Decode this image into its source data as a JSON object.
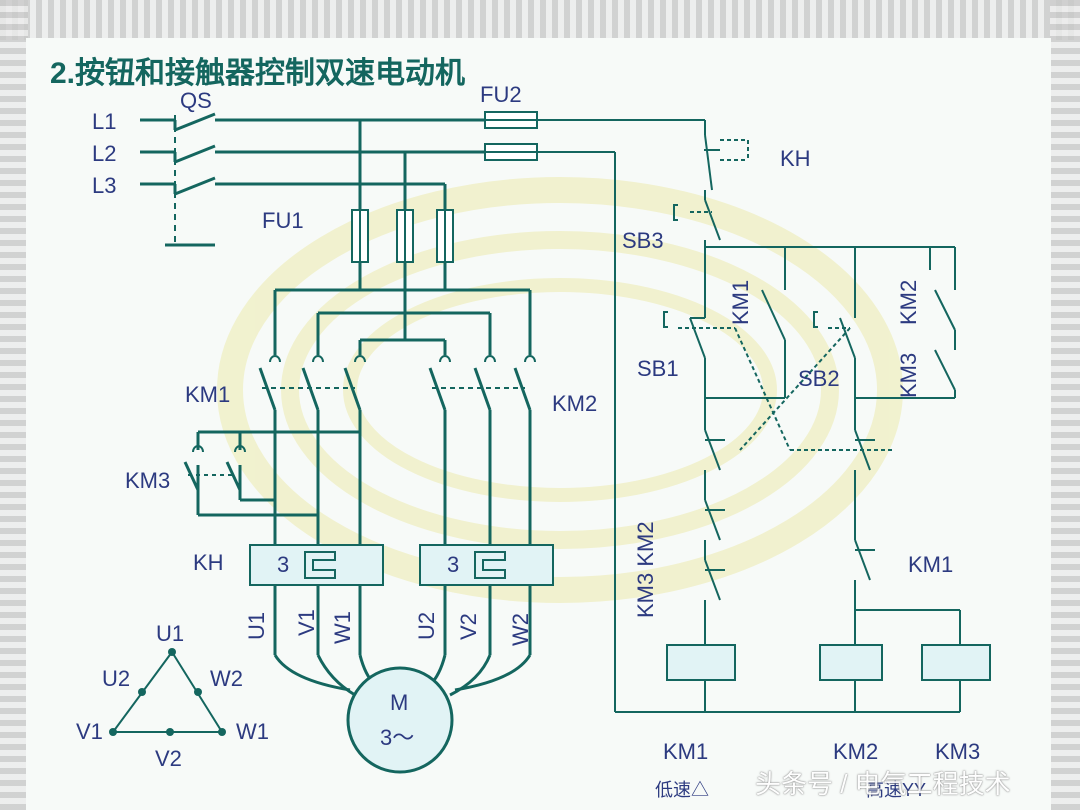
{
  "title": "2.按钮和接触器控制双速电动机",
  "labels": {
    "l1": "L1",
    "l2": "L2",
    "l3": "L3",
    "qs": "QS",
    "fu1": "FU1",
    "fu2": "FU2",
    "kh_top": "KH",
    "sb3": "SB3",
    "sb1": "SB1",
    "sb2": "SB2",
    "km1_left": "KM1",
    "km2_mid": "KM2",
    "km3_left": "KM3",
    "kh_left": "KH",
    "km1_vert": "KM1",
    "km2_vert": "KM2",
    "km3_vert_top": "KM3",
    "km3_km2_vert": "KM3 KM2",
    "km1_right": "KM1",
    "u1": "U1",
    "v1": "V1",
    "w1": "W1",
    "u2": "U2",
    "v2": "V2",
    "w2": "W2",
    "relay_num_left": "3",
    "relay_num_right": "3",
    "motor_m": "M",
    "motor_phase": "3～",
    "delta_u1": "U1",
    "delta_u2": "U2",
    "delta_w2": "W2",
    "delta_v1": "V1",
    "delta_w1": "W1",
    "delta_v2": "V2",
    "coil_km1": "KM1",
    "coil_km2": "KM2",
    "coil_km3": "KM3",
    "low_speed": "低速△",
    "high_speed": "高速YY",
    "watermark": "头条号 / 电气工程技术"
  },
  "colors": {
    "wire": "#14665f",
    "label": "#2c3a80",
    "box_fill": "#e1f3f5"
  }
}
